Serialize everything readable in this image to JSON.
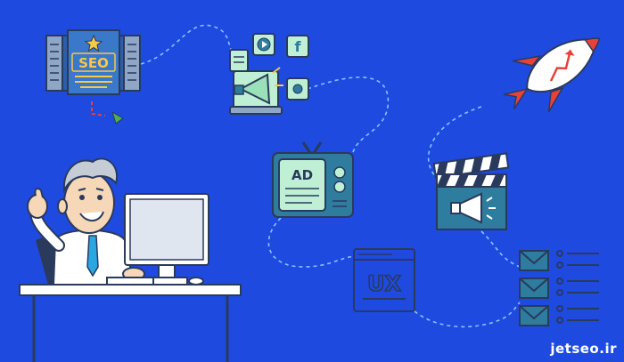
{
  "colors": {
    "background": "#1f4ae0",
    "outline": "#2a3a5c",
    "dash": "#7fc6ff",
    "teal": "#2e7c9e",
    "mint": "#bff0d6",
    "red": "#e8413a",
    "yellow": "#f7c948"
  },
  "seo_card": {
    "label": "SEO"
  },
  "social_card": {
    "f_glyph": "f"
  },
  "tv_card": {
    "label": "AD"
  },
  "ux_card": {
    "label": "UX"
  },
  "icons": [
    "seo-icon",
    "social-media-marketing-icon",
    "tv-ad-icon",
    "rocket-icon",
    "clapperboard-megaphone-icon",
    "ux-window-icon",
    "email-list-icon",
    "businessman-thumbs-up-icon"
  ],
  "brand": {
    "name": "jetseo",
    "dot": ".",
    "tld": "ir"
  }
}
